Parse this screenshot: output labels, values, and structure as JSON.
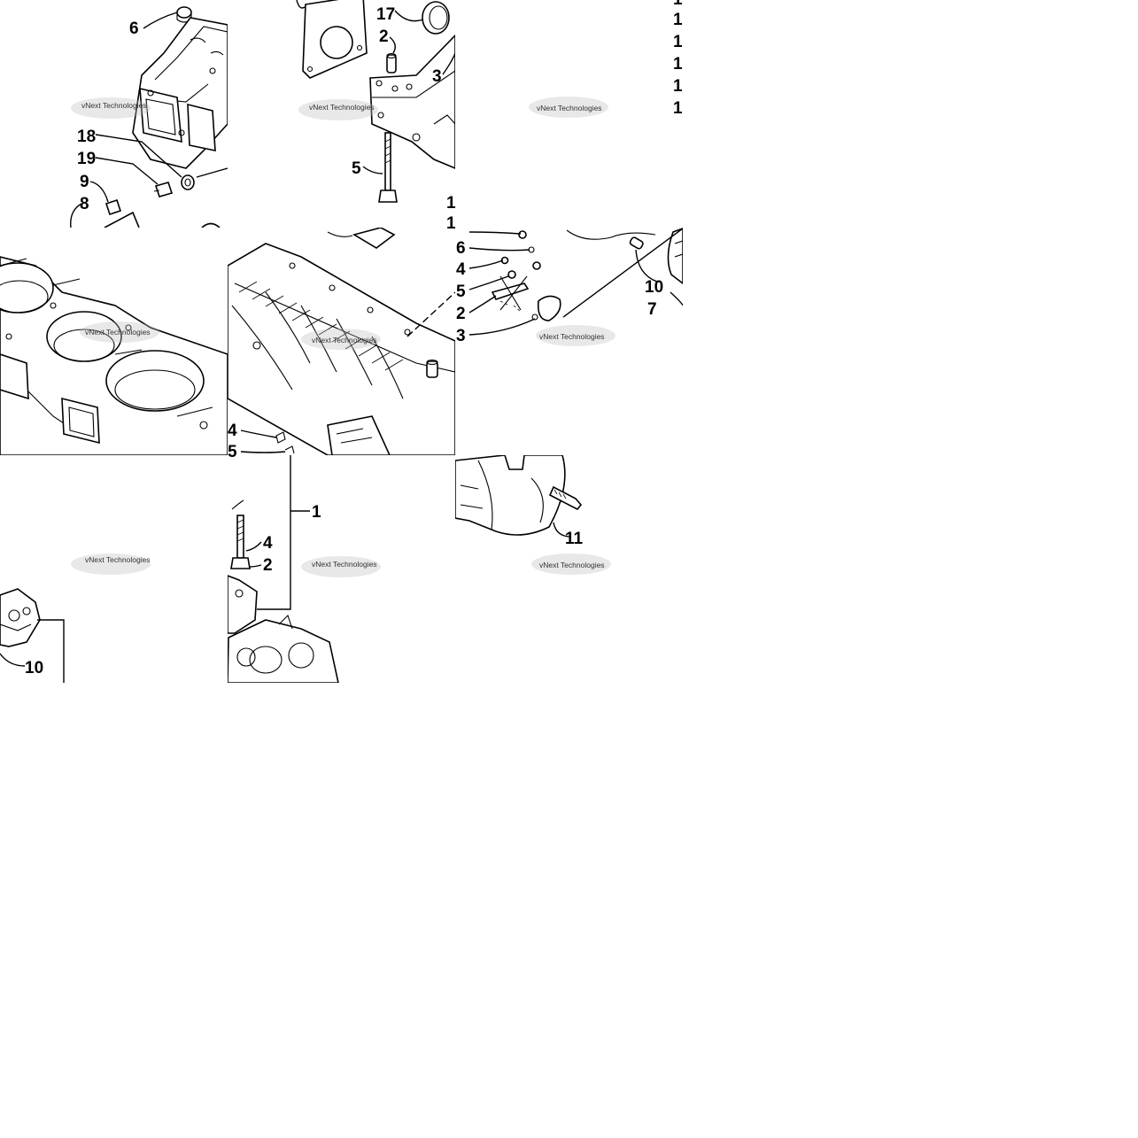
{
  "diagram": {
    "watermark_text": "vNext Technologies",
    "colors": {
      "line": "#000000",
      "background": "#ffffff",
      "watermark": "#9a9a9a"
    },
    "callouts": {
      "tile1": [
        "6",
        "18",
        "19",
        "9",
        "8"
      ],
      "tile2": [
        "17",
        "2",
        "3",
        "5",
        "1",
        "1"
      ],
      "tile3": [
        "1",
        "1",
        "1",
        "1",
        "1",
        "1"
      ],
      "tile5": [
        "4",
        "5"
      ],
      "tile6": [
        "6",
        "4",
        "5",
        "2",
        "3",
        "10",
        "7"
      ],
      "tile7": [
        "10"
      ],
      "tile8": [
        "1",
        "4",
        "2"
      ],
      "tile9": [
        "11"
      ]
    }
  }
}
